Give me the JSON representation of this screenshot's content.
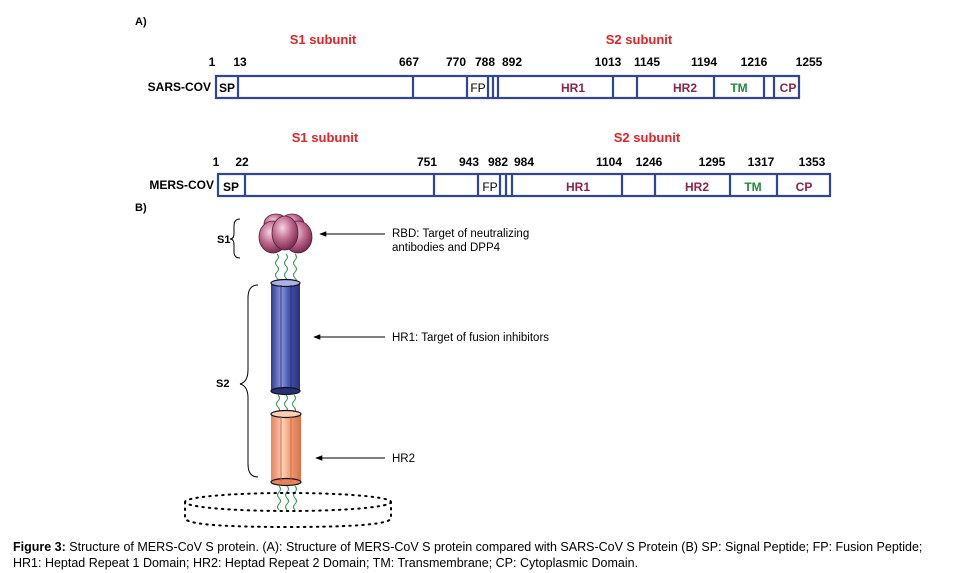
{
  "panel_a_label": "A)",
  "panel_b_label": "B)",
  "sars": {
    "name": "SARS-COV",
    "s1": "S1 subunit",
    "s2": "S2 subunit",
    "positions": [
      "1",
      "13",
      "667",
      "770",
      "788",
      "892",
      "1013",
      "1145",
      "1194",
      "1216",
      "1255"
    ],
    "domains": {
      "sp": "SP",
      "fp": "FP",
      "hr1": "HR1",
      "hr2": "HR2",
      "tm": "TM",
      "cp": "CP"
    }
  },
  "mers": {
    "name": "MERS-COV",
    "s1": "S1 subunit",
    "s2": "S2 subunit",
    "positions": [
      "1",
      "22",
      "751",
      "943",
      "982",
      "984",
      "1104",
      "1246",
      "1295",
      "1317",
      "1353"
    ],
    "domains": {
      "sp": "SP",
      "fp": "FP",
      "hr1": "HR1",
      "hr2": "HR2",
      "tm": "TM",
      "cp": "CP"
    }
  },
  "structure": {
    "s1_label": "S1",
    "s2_label": "S2",
    "rbd_line1": "RBD: Target of neutralizing",
    "rbd_line2": "antibodies and DPP4",
    "hr1_note": "HR1: Target of fusion inhibitors",
    "hr2_note": "HR2",
    "colors": {
      "rbd": "#c06a8e",
      "hr1": "#4a57b0",
      "hr2": "#f0a07a",
      "linker": "#3a9a5a"
    }
  },
  "caption": {
    "label": "Figure 3:",
    "text": " Structure of MERS-CoV S protein. (A): Structure of MERS-CoV S protein compared with SARS-CoV S Protein (B) SP: Signal Peptide; FP: Fusion Peptide; HR1: Heptad Repeat 1 Domain; HR2: Heptad Repeat 2 Domain; TM: Transmembrane; CP: Cytoplasmic Domain."
  }
}
